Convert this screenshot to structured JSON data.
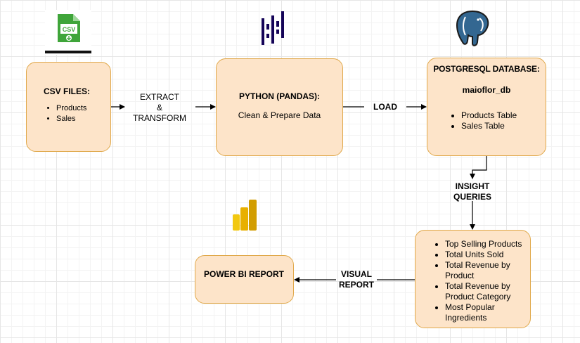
{
  "nodes": {
    "csv": {
      "title": "CSV FILES:",
      "items": [
        "Products",
        "Sales"
      ]
    },
    "python": {
      "title": "PYTHON (PANDAS):",
      "subtitle": "Clean &  Prepare Data"
    },
    "postgres": {
      "title": "POSTGRESQL DATABASE:",
      "db_name": "maioflor_db",
      "items": [
        "Products Table",
        "Sales Table"
      ]
    },
    "queries": {
      "items": [
        "Top Selling Products",
        "Total Units Sold",
        "Total Revenue by Product",
        "Total Revenue by Product Category",
        "Most Popular Ingredients"
      ]
    },
    "powerbi": {
      "title": "POWER BI REPORT"
    }
  },
  "edges": {
    "extract": [
      "EXTRACT",
      "&",
      "TRANSFORM"
    ],
    "load": "LOAD",
    "insight": [
      "INSIGHT",
      "QUERIES"
    ],
    "visual": [
      "VISUAL",
      "REPORT"
    ]
  },
  "icons": {
    "csv_icon_text": "CSV",
    "csv_icon": "csv-file-icon",
    "pandas_icon": "pandas-logo-icon",
    "postgres_icon": "postgresql-elephant-icon",
    "powerbi_icon": "power-bi-logo-icon"
  },
  "colors": {
    "box_fill": "#fde4c9",
    "box_border": "#e0a84a",
    "csv_green": "#3fa53a",
    "postgres_blue": "#336791",
    "powerbi_yellow": "#f2c811"
  }
}
